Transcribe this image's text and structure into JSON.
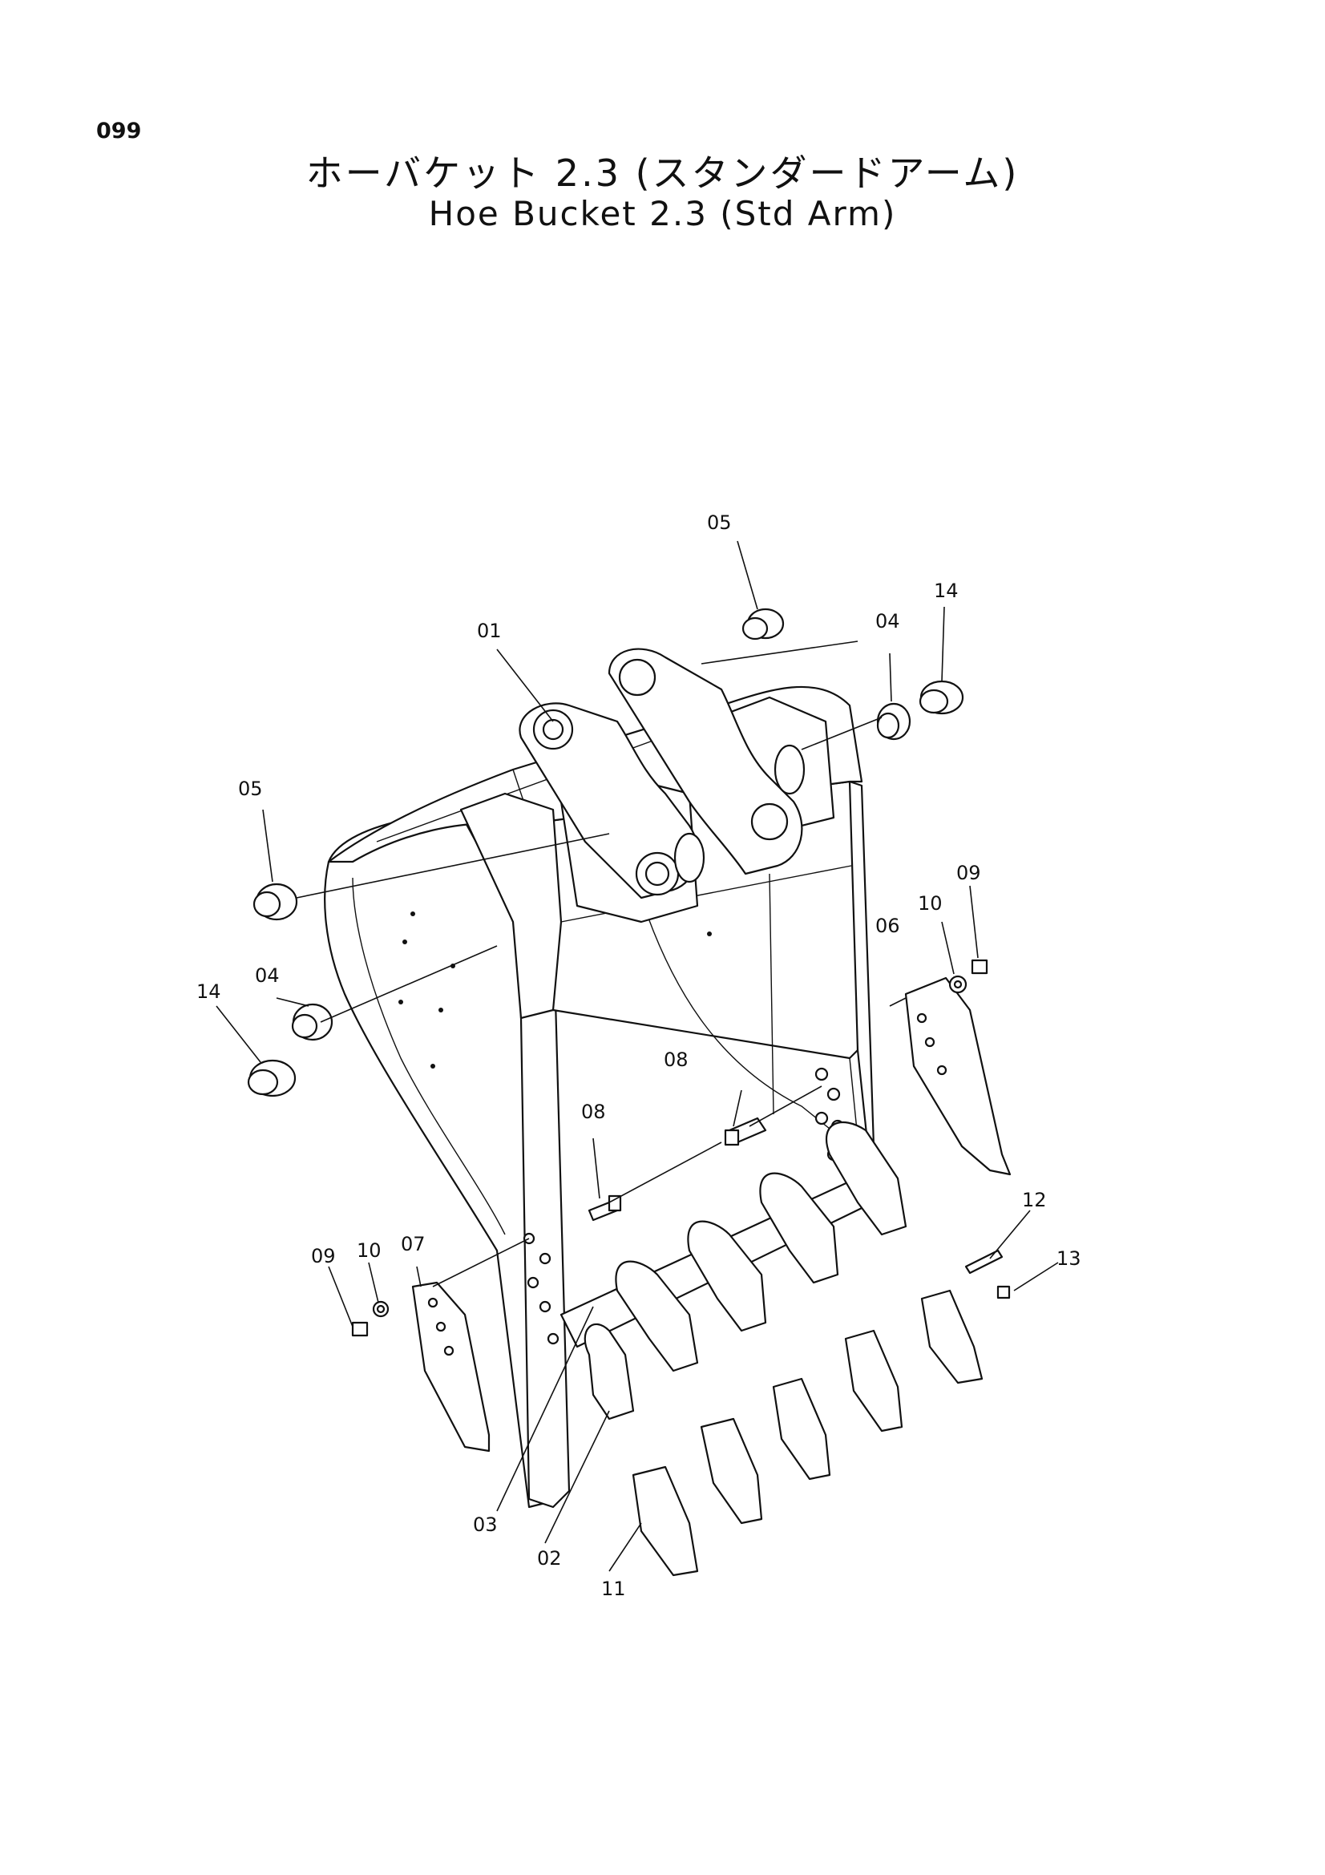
{
  "page": {
    "number": "099",
    "title_jp": "ホーバケット 2.3 (スタンダードアーム)",
    "title_en": "Hoe Bucket 2.3 (Std Arm)"
  },
  "callouts": {
    "c01": "01",
    "c02": "02",
    "c03": "03",
    "c04_right": "04",
    "c04_left": "04",
    "c05_top": "05",
    "c05_left": "05",
    "c06": "06",
    "c07": "07",
    "c08_right": "08",
    "c08_left": "08",
    "c09_right": "09",
    "c09_left": "09",
    "c10_right": "10",
    "c10_left": "10",
    "c11": "11",
    "c12": "12",
    "c13": "13",
    "c14_right": "14",
    "c14_left": "14"
  }
}
